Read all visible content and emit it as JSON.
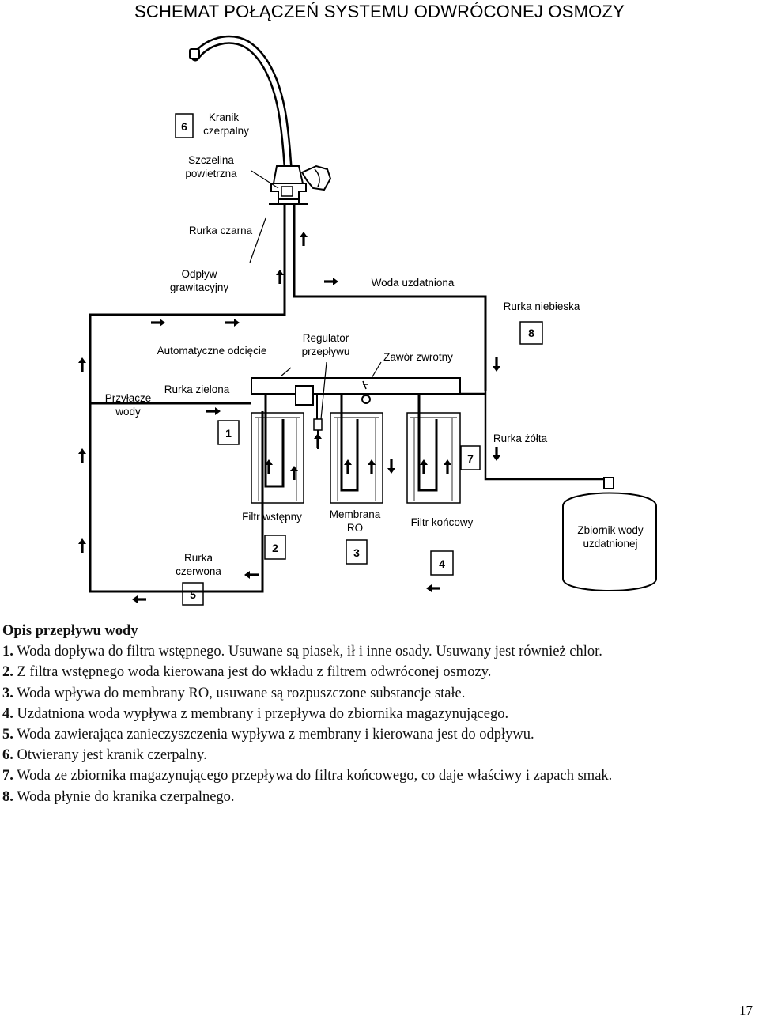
{
  "title": "SCHEMAT POŁĄCZEŃ SYSTEMU ODWRÓCONEJ OSMOZY",
  "diagram": {
    "labels": {
      "faucet": [
        "Kranik",
        "czerpalny"
      ],
      "air_gap": [
        "Szczelina",
        "powietrzna"
      ],
      "black_tube": "Rurka czarna",
      "gravity_drain": [
        "Odpływ",
        "grawitacyjny"
      ],
      "treated_water": "Woda uzdatniona",
      "blue_tube": "Rurka niebieska",
      "auto_shutoff": "Automatyczne odcięcie",
      "flow_regulator": [
        "Regulator",
        "przepływu"
      ],
      "check_valve": "Zawór zwrotny",
      "inlet": [
        "Przyłącze",
        "wody"
      ],
      "green_tube": "Rurka zielona",
      "yellow_tube": "Rurka żółta",
      "prefilter": "Filtr wstępny",
      "membrane": [
        "Membrana",
        "RO"
      ],
      "postfilter": "Filtr końcowy",
      "tank": [
        "Zbiornik wody",
        "uzdatnionej"
      ],
      "red_tube": [
        "Rurka",
        "czerwona"
      ]
    },
    "numbers": {
      "n1": "1",
      "n2": "2",
      "n3": "3",
      "n4": "4",
      "n5": "5",
      "n6": "6",
      "n7": "7",
      "n8": "8"
    }
  },
  "description": {
    "heading": "Opis przepływu wody",
    "items": [
      {
        "num": "1.",
        "text": "Woda dopływa do filtra wstępnego. Usuwane są piasek, ił i inne osady. Usuwany jest również chlor."
      },
      {
        "num": "2.",
        "text": "Z filtra wstępnego woda kierowana jest do wkładu z filtrem odwróconej osmozy."
      },
      {
        "num": "3.",
        "text": "Woda wpływa do membrany RO, usuwane są rozpuszczone substancje stałe."
      },
      {
        "num": "4.",
        "text": "Uzdatniona woda wypływa z membrany i przepływa do zbiornika magazynującego."
      },
      {
        "num": "5.",
        "text": "Woda zawierająca zanieczyszczenia wypływa z membrany i kierowana jest do odpływu."
      },
      {
        "num": "6.",
        "text": "Otwierany jest kranik czerpalny."
      },
      {
        "num": "7.",
        "text": "Woda ze zbiornika magazynującego przepływa do filtra końcowego, co daje właściwy i zapach smak."
      },
      {
        "num": "8.",
        "text": "Woda płynie do kranika czerpalnego."
      }
    ]
  },
  "page_number": "17"
}
